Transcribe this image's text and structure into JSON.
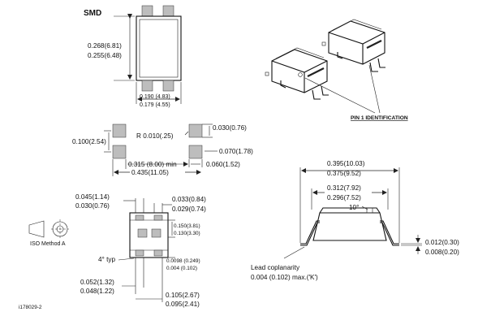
{
  "title": "SMD",
  "top_view": {
    "height_max": "0.268(6.81)",
    "height_min": "0.255(6.48)",
    "width_max": "0.190 (4.83)",
    "width_min": "0.179 (4.55)"
  },
  "isometric": {
    "pin1_label": "PIN 1 IDENTIFICATION"
  },
  "footprint": {
    "pitch": "0.100(2.54)",
    "radius": "R  0.010(.25)",
    "pad_width": "0.030(0.76)",
    "pad_length": "0.070(1.78)",
    "inner_span": "0.315 (8.00) min",
    "pad_gap": "0.060(1.52)",
    "outer_span": "0.435(11.05)"
  },
  "side_view": {
    "lead_width_max": "0.045(1.14)",
    "lead_width_min": "0.030(0.76)",
    "lead_w2_max": "0.033(0.84)",
    "lead_w2_min": "0.029(0.74)",
    "body_h_max": "0.150(3.81)",
    "body_h_min": "0.130(3.30)",
    "standoff_max": "0.0098 (0.249)",
    "standoff_min": "0.004 (0.102)",
    "angle": "4° typ",
    "lead_pitch_max": "0.052(1.32)",
    "lead_pitch_min": "0.048(1.22)",
    "total_max": "0.105(2.67)",
    "total_min": "0.095(2.41)"
  },
  "iso_method": "ISO Method A",
  "end_view": {
    "overall_max": "0.395(10.03)",
    "overall_min": "0.375(9.52)",
    "body_max": "0.312(7.92)",
    "body_min": "0.296(7.52)",
    "angle": "10°",
    "thick_max": "0.012(0.30)",
    "thick_min": "0.008(0.20)",
    "coplanarity_line1": "Lead coplanarity",
    "coplanarity_line2": "0.004 (0.102) max.('K')"
  },
  "drawing_id": "i178029-2"
}
